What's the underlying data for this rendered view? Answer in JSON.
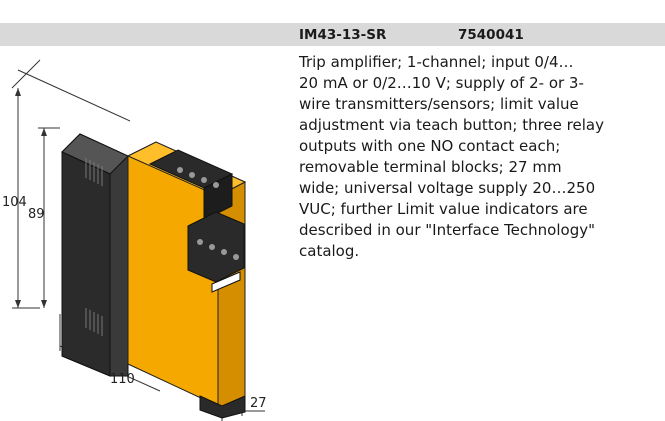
{
  "product": {
    "model": "IM43-13-SR",
    "part_number": "7540041",
    "description": "Trip amplifier; 1-channel; input 0/4…\n20 mA or 0/2…10 V; supply of 2- or 3-\nwire transmitters/sensors; limit value\nadjustment via teach button; three relay\noutputs with one NO contact each;\nremovable terminal blocks; 27 mm\nwide; universal voltage supply 20…250\nVUC; further Limit value indicators are\ndescribed in our \"Interface Technology\"\ncatalog."
  },
  "dimensions": {
    "height_total": "104",
    "height_body": "89",
    "depth": "110",
    "width": "27"
  },
  "colors": {
    "housing_orange": "#f5a800",
    "housing_dark": "#3a3a3a",
    "header_gray": "#d9d9d9"
  }
}
